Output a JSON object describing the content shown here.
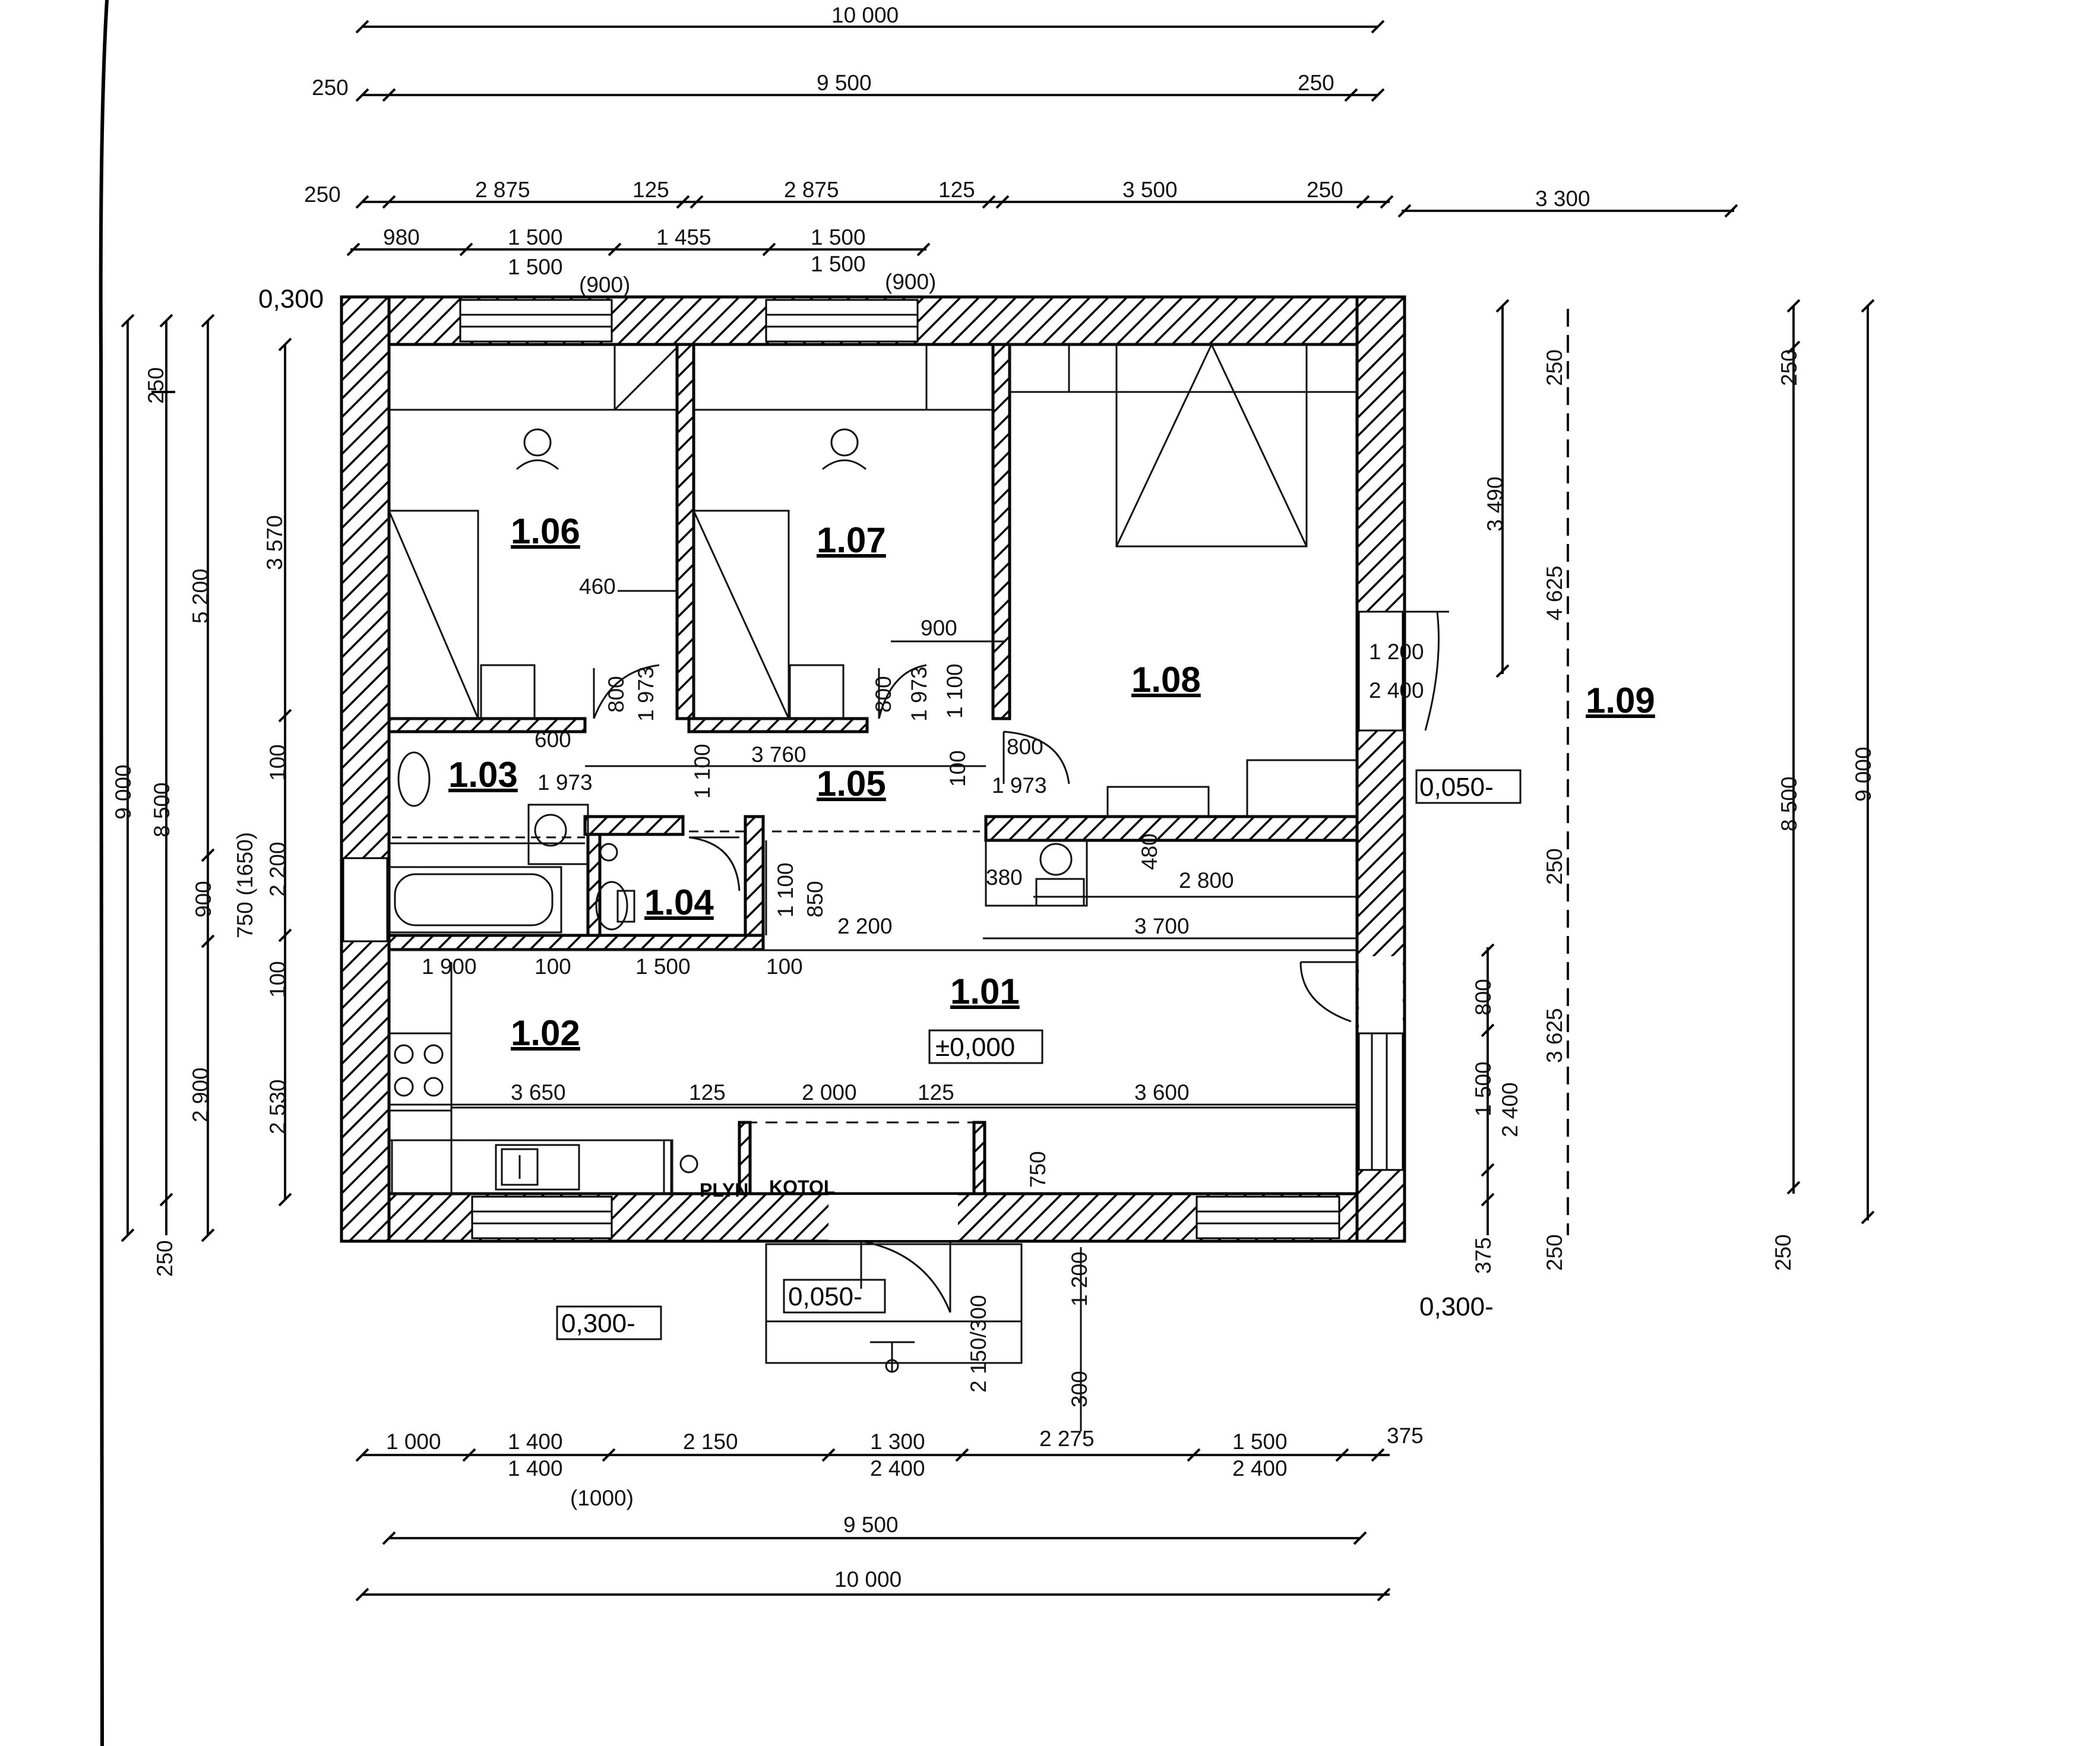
{
  "rooms": {
    "r101": "1.01",
    "r101_level": "±0,000",
    "r102": "1.02",
    "r103": "1.03",
    "r104": "1.04",
    "r105": "1.05",
    "r106": "1.06",
    "r107": "1.07",
    "r108": "1.08",
    "r109": "1.09"
  },
  "levels": {
    "entry": "0,050-",
    "terrace": "0,050-",
    "ground_left": "0,300-",
    "corner_top_left": "0,300",
    "corner_bottom_right": "0,300-"
  },
  "fixtures": {
    "gas": "PLYN",
    "boiler": "KOTOL"
  },
  "top_dims": {
    "overall": "10 000",
    "inner": "9 500",
    "side_left": "250",
    "side_right": "250",
    "segments": [
      "250",
      "2 875",
      "125",
      "2 875",
      "125",
      "3 500",
      "250"
    ],
    "terrace": "3 300",
    "openings": [
      "980",
      "1 500",
      "1 455",
      "1 500"
    ],
    "opening_heights": [
      "1 500",
      "1 500"
    ],
    "sill_marks": [
      "(900)",
      "(900)"
    ]
  },
  "bottom_dims": {
    "segments": [
      "1 000",
      "1 400",
      "2 150",
      "1 300",
      "2 275",
      "1 500",
      "375"
    ],
    "sub": [
      "1 400",
      "2 400",
      "2 400"
    ],
    "sill": "(1000)",
    "inner": "9 500",
    "overall": "10 000"
  },
  "left_dims": {
    "outer1": "9 000",
    "outer2": "8 500",
    "base_250_top": "250",
    "base_250_bottom": "250",
    "chain": [
      "5 200",
      "900",
      "2 900"
    ],
    "window_chain": [
      "750 (1650)"
    ],
    "inner_chain": [
      "3 570",
      "100",
      "2 200",
      "100",
      "2 530"
    ]
  },
  "right_dims": {
    "chain_a": [
      "250",
      "3 490",
      "4 625",
      "250",
      "3 625",
      "250"
    ],
    "chain_b": [
      "800",
      "1 500",
      "2 400",
      "375"
    ],
    "terrace_outer": "9 000",
    "terrace_inner": "8 500",
    "terrace_250_top": "250",
    "terrace_250_bottom": "250",
    "door_right": [
      "1 200",
      "2 400"
    ]
  },
  "interior_dims": {
    "d460": "460",
    "d900": "900",
    "d1973a": "1 973",
    "d800a": "800",
    "d1973b": "1 973",
    "d800b": "800",
    "d1100a": "1 100",
    "d600": "600",
    "d1973c": "1 973",
    "d1100b": "1 100",
    "d3760": "3 760",
    "d100a": "100",
    "d800c": "800",
    "d1973d": "1 973",
    "d1100c": "1 100",
    "d850": "850",
    "d380": "380",
    "d480": "480",
    "d2800": "2 800",
    "d2200": "2 200",
    "d3700": "3 700",
    "d1900": "1 900",
    "d100b": "100",
    "d1500": "1 500",
    "d100c": "100",
    "d3650": "3 650",
    "d125a": "125",
    "d2000": "2 000",
    "d125b": "125",
    "d3600": "3 600",
    "d750": "750",
    "d1200": "1 200",
    "d2150": "2 150/300",
    "d300": "300"
  }
}
